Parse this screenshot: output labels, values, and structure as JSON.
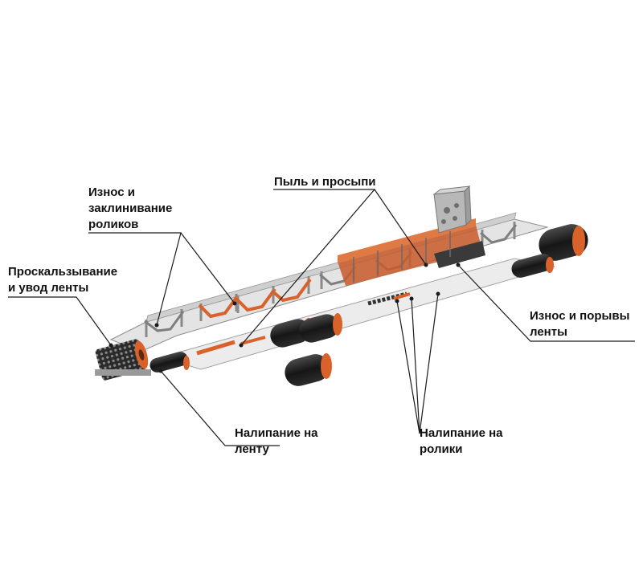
{
  "colors": {
    "belt": "#e2e2e2",
    "belt_edge": "#8e8e8e",
    "frame": "#9a9a9a",
    "accent": "#d9622b",
    "roller_dark": "#1f1f1f",
    "leader": "#1a1a1a"
  },
  "labels": {
    "dust": [
      "Пыль и просыпи"
    ],
    "idler_wear": [
      "Износ и",
      "заклинивание",
      "роликов"
    ],
    "slip": [
      "Проскальзывание",
      "и увод ленты"
    ],
    "belt_wear": [
      "Износ и порывы",
      "ленты"
    ],
    "belt_buildup": [
      "Налипание на",
      "ленту"
    ],
    "roller_buildup": [
      "Налипание на",
      "ролики"
    ]
  },
  "icons": {
    "hopper": "hopper-icon",
    "drum": "drum-icon"
  }
}
